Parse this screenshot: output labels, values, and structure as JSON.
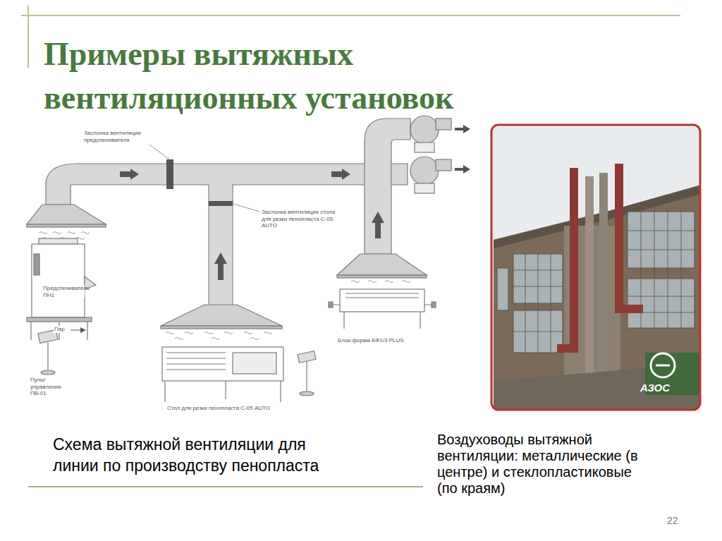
{
  "diagram": {
    "title": "Примеры вытяжных вентиляционных установок",
    "labels": [
      "Заслонка вентиляции предспенивателя",
      "Заслонка вентиляции стола для резки пенопласта С-05 AUTO",
      "Предспениватель ПН1",
      "Пар",
      "Пульт управления ПВ-01",
      "Стол для резки пенопласта С-05 AUTO",
      "Блок-форма БФ1/3 PLUS",
      "Схема вытяжной вентиляции для линии по производству пенопласта",
      "Воздуховоды вытяжной вентиляции: металлические (в центре) и стеклопластиковые (по краям)",
      "22",
      "АЗОС"
    ]
  }
}
